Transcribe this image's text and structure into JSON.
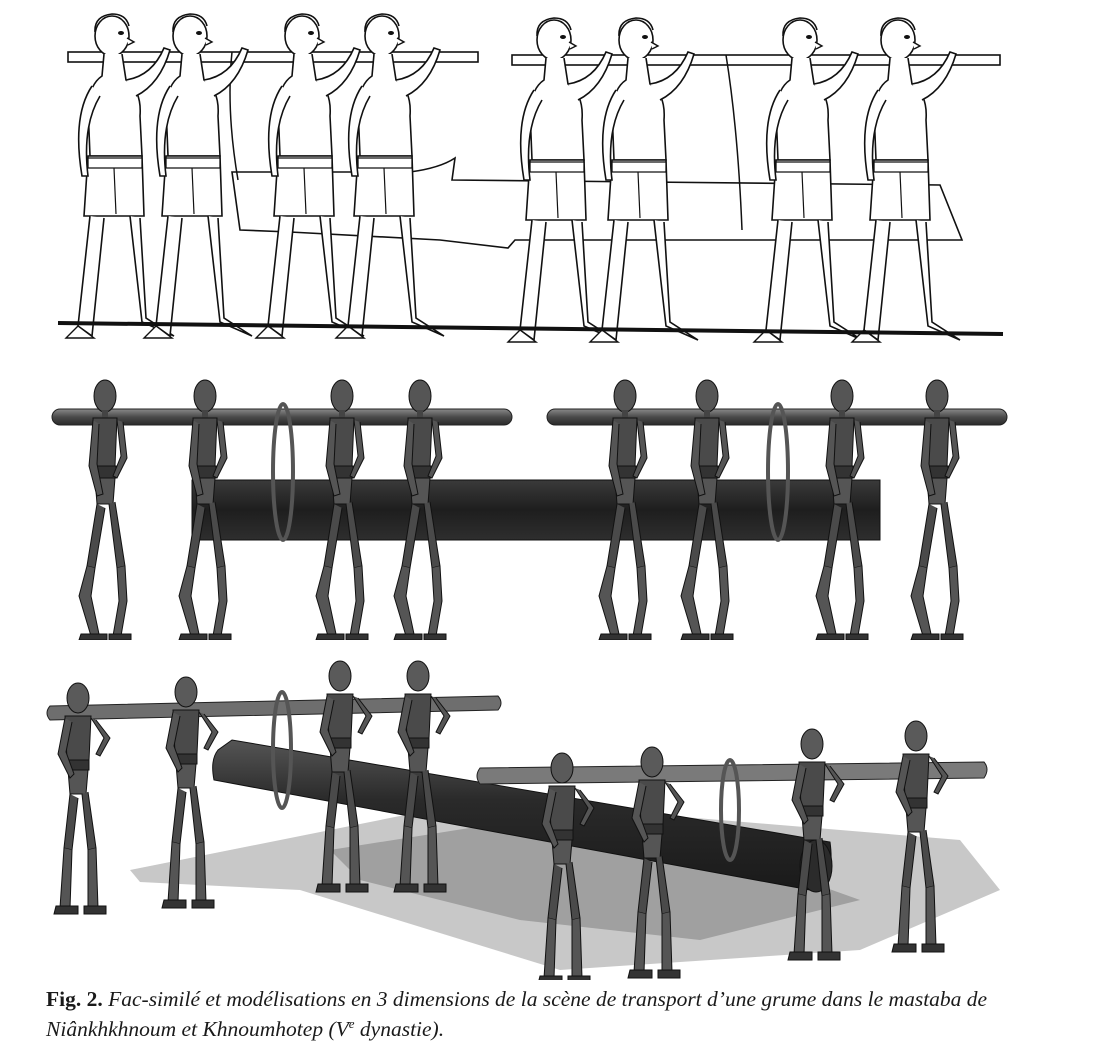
{
  "figure": {
    "label": "Fig. 2.",
    "caption_part1": "Fac-similé et modélisations en 3 dimensions de la scène de transport d’une grume dans le mastaba de Niânkhkhnoum et Khnoumhotep (V",
    "caption_sup": "e",
    "caption_part2": " dynastie)."
  },
  "panels": [
    {
      "id": "facsimile",
      "description_visible": false
    },
    {
      "id": "model-side-view",
      "description_visible": false
    },
    {
      "id": "model-perspective-view",
      "description_visible": false
    }
  ]
}
